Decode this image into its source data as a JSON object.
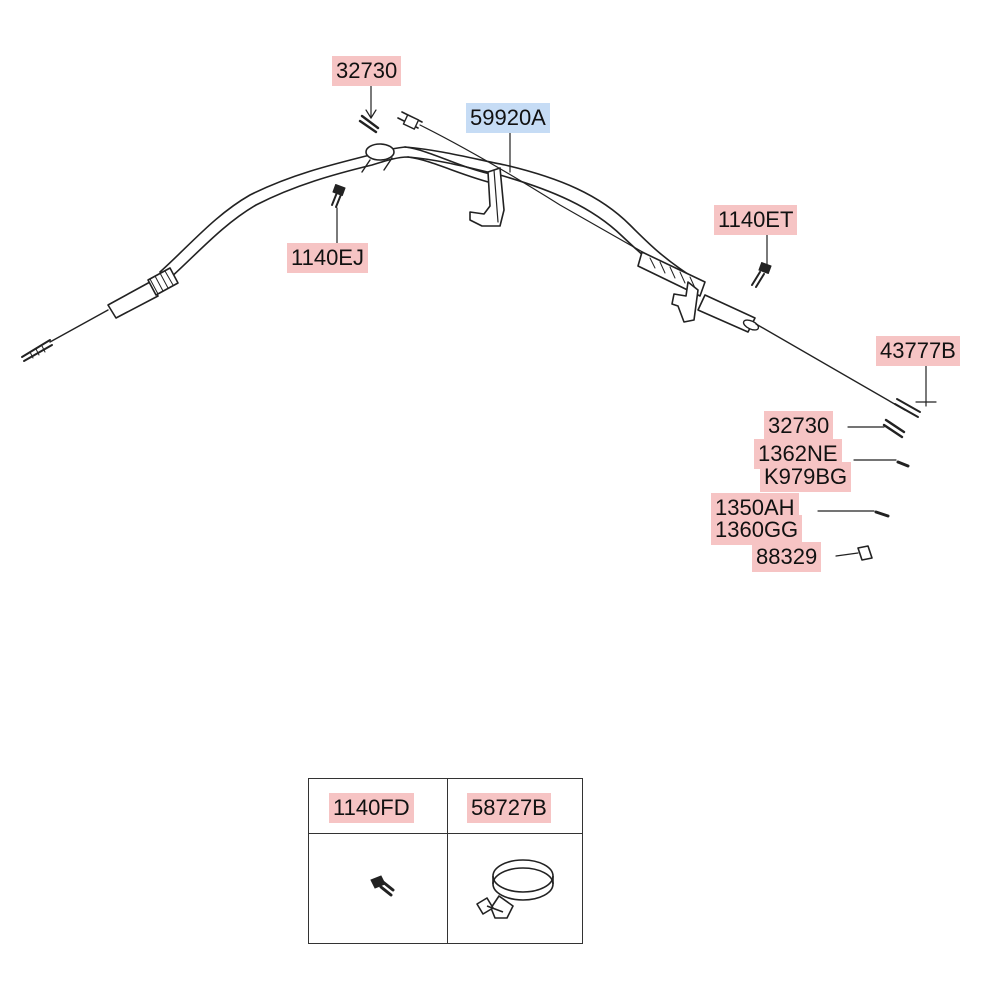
{
  "callouts": {
    "c32730_top": "32730",
    "c59920A": "59920A",
    "c1140EJ": "1140EJ",
    "c1140ET": "1140ET",
    "c43777B": "43777B",
    "c32730_right": "32730",
    "c1362NE": "1362NE",
    "cK979BG": "K979BG",
    "c1350AH": "1350AH",
    "c1360GG": "1360GG",
    "c88329": "88329"
  },
  "legend_table": {
    "items": [
      {
        "code": "1140FD",
        "icon": "bolt-icon"
      },
      {
        "code": "58727B",
        "icon": "hose-clamp-icon"
      }
    ]
  },
  "colors": {
    "callout_highlight": "#f6c4c4",
    "main_part_highlight": "#c6dcf5",
    "line": "#222222"
  }
}
